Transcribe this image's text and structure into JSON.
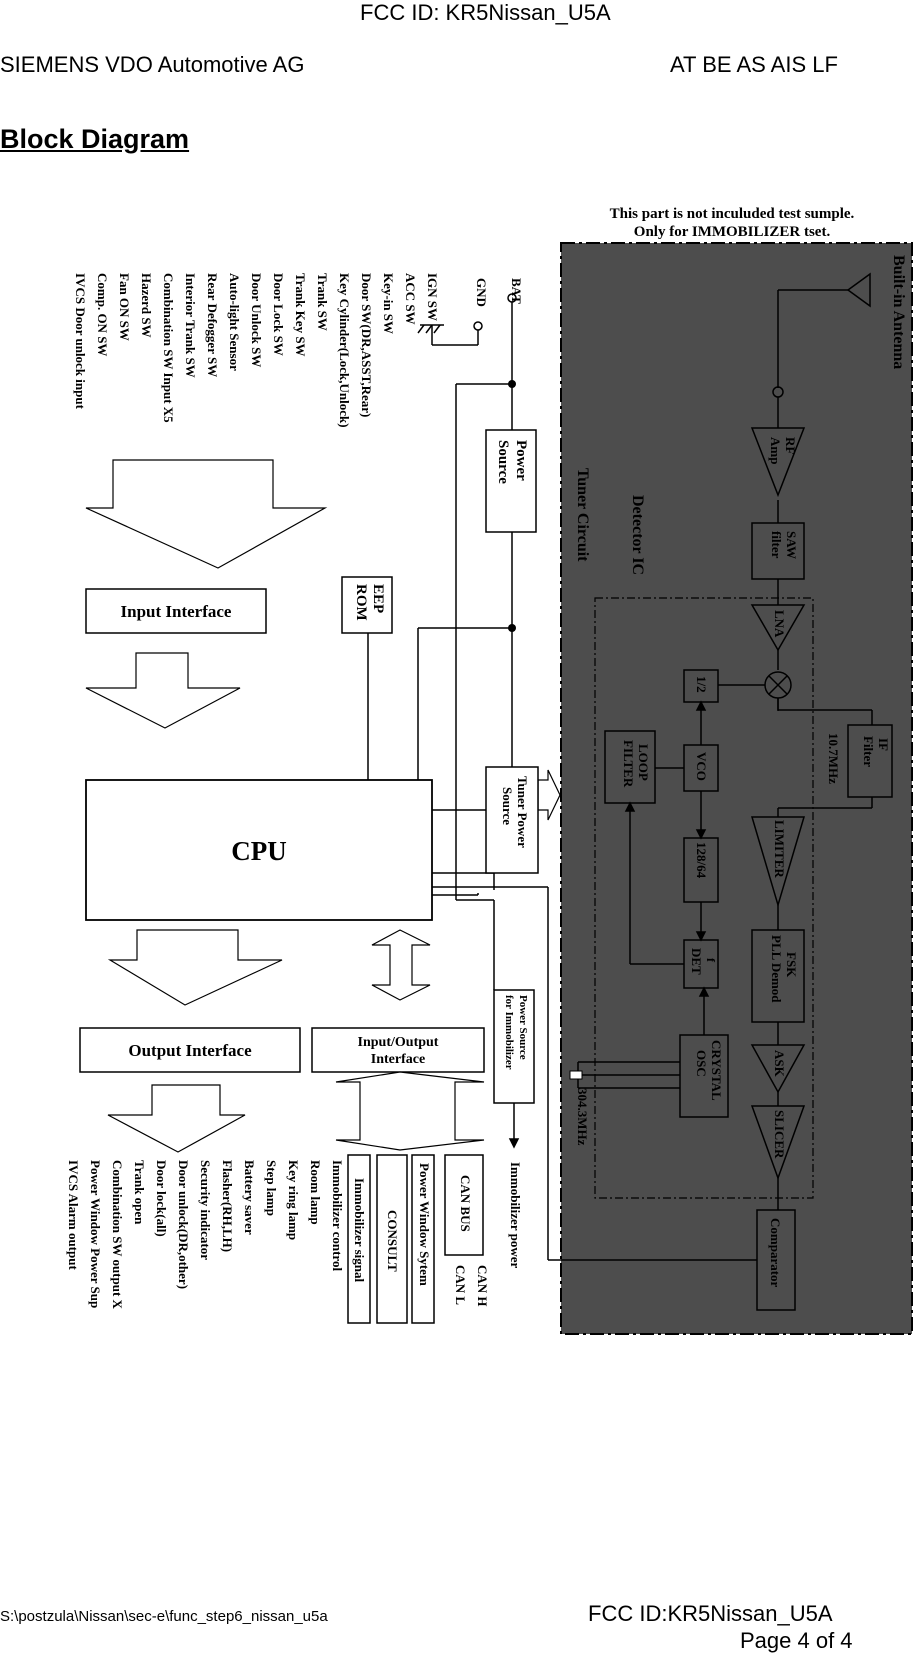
{
  "header": {
    "fcc_top": "FCC ID: KR5Nissan_U5A",
    "company": "SIEMENS VDO Automotive AG",
    "dept": "AT BE AS AIS LF"
  },
  "title": "Block Diagram",
  "note": {
    "line1": "This part is not inculuded test sumple.",
    "line2": "Only for IMMOBILIZER tset."
  },
  "inputs": [
    "BAT",
    "GND",
    "IGN SW",
    "ACC SW",
    "Key-in SW",
    "Door SW(DR,ASST,Rear)",
    "Key Cylinder(Lock,Unlock)",
    "Trank SW",
    "Trank Key SW",
    "Door Lock SW",
    "Door Unlock SW",
    "Auto-light Sensor",
    "Rear Defogger SW",
    "Interior Trank SW",
    "Combination SW Input X5",
    "Hazerd SW",
    "Fan ON SW",
    "Comp. ON SW",
    "IVCS Door unlock input"
  ],
  "blocks": {
    "power_source": [
      "Power",
      "Source"
    ],
    "eeprom": [
      "EEP",
      "ROM"
    ],
    "input_interface": "Input Interface",
    "cpu": "CPU",
    "tuner_power_source": [
      "Tuner Power",
      "Source"
    ],
    "power_immobilizer": [
      "Power Source",
      "for Immobilizer"
    ],
    "output_interface": "Output Interface",
    "io_interface": [
      "Input/Output",
      "Interface"
    ],
    "can_bus": "CAN BUS",
    "power_window_system": "Power Window Sytem",
    "consult": "CONSULT",
    "immobilizer_signal": "Immobilizer signal"
  },
  "tuner": {
    "built_in_antenna": "Built-in Antenna",
    "tuner_circuit": "Tuner Circuit",
    "detector_ic": "Detector IC",
    "rf_amp": [
      "RF",
      "Amp"
    ],
    "saw_filter": [
      "SAW",
      "filter"
    ],
    "lna": "LNA",
    "half": "1/2",
    "if_filter": [
      "IF",
      "Filter"
    ],
    "if_freq": "10.7MHz",
    "vco": "VCO",
    "loop_filter": [
      "LOOP",
      "FILTER"
    ],
    "limiter": "LIMITER",
    "div": "128/64",
    "fdet": [
      "f",
      "DET"
    ],
    "fsk": [
      "FSK",
      "PLL Demod"
    ],
    "crystal": [
      "CRYSTAL",
      "OSC"
    ],
    "ask": "ASK",
    "slicer": "SLICER",
    "xtal_freq": "304.3MHz",
    "comparator": "Comparator"
  },
  "right_labels": {
    "immobilizer_power": "Immobilizer power",
    "can_h": "CAN H",
    "can_l": "CAN L"
  },
  "outputs": [
    "Immobilizer control",
    "Room lamp",
    "Key ring lamp",
    "Step lamp",
    "Battery saver",
    "Flasher(RH,LH)",
    "Security  indicator",
    "Door unlock(DR,other)",
    "Door lock(all)",
    "Trank open",
    "Combination SW output X",
    "Power Window Power Sup",
    "IVCS Alarm output"
  ],
  "footer": {
    "path": "S:\\postzula\\Nissan\\sec-e\\func_step6_nissan_u5a",
    "fcc": "FCC ID:KR5Nissan_U5A",
    "page": "Page 4 of 4"
  }
}
